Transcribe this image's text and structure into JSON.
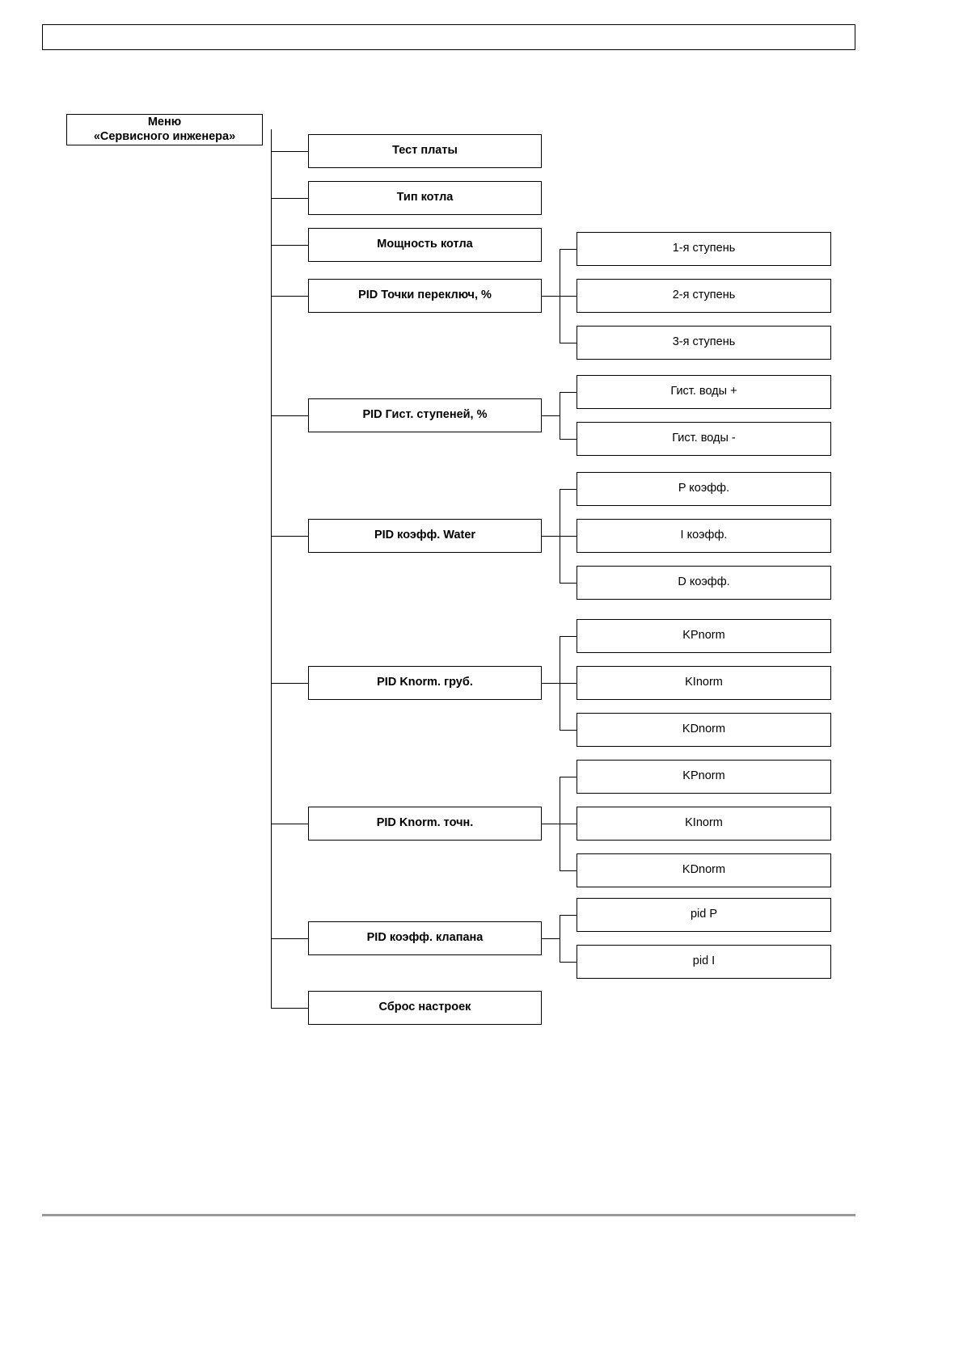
{
  "page": {
    "header_bar": "",
    "footer_rule": ""
  },
  "diagram": {
    "type": "tree-menu-hierarchy",
    "root": {
      "line1": "Меню",
      "line2": "«Сервисного инженера»"
    },
    "items": [
      {
        "label": "Тест платы",
        "children": []
      },
      {
        "label": "Тип котла",
        "children": []
      },
      {
        "label": "Мощность котла",
        "children": []
      },
      {
        "label": "PID Точки переключ, %",
        "children": [
          "1-я ступень",
          "2-я ступень",
          "3-я ступень"
        ]
      },
      {
        "label": "PID Гист. ступеней, %",
        "children": [
          "Гист. воды +",
          "Гист. воды -"
        ]
      },
      {
        "label": "PID коэфф. Water",
        "children": [
          "P коэфф.",
          "I коэфф.",
          "D коэфф."
        ]
      },
      {
        "label": "PID Knorm. груб.",
        "children": [
          "KPnorm",
          "KInorm",
          "KDnorm"
        ]
      },
      {
        "label": "PID Knorm. точн.",
        "children": [
          "KPnorm",
          "KInorm",
          "KDnorm"
        ]
      },
      {
        "label": "PID коэфф. клапана",
        "children": [
          "pid P",
          "pid I"
        ]
      },
      {
        "label": "Сброс настроек",
        "children": []
      }
    ]
  }
}
